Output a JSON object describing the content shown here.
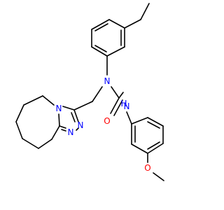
{
  "molecule": {
    "labels": {
      "n_urea": "N",
      "nh": "H",
      "nh_n": "N",
      "carbonyl_o": "O",
      "ether_o": "O",
      "triazole_n4": "N",
      "triazole_n1": "N",
      "triazole_n2": "N"
    },
    "colors": {
      "bond": "#000000",
      "nitrogen": "#0000ff",
      "oxygen": "#ff0000"
    }
  }
}
